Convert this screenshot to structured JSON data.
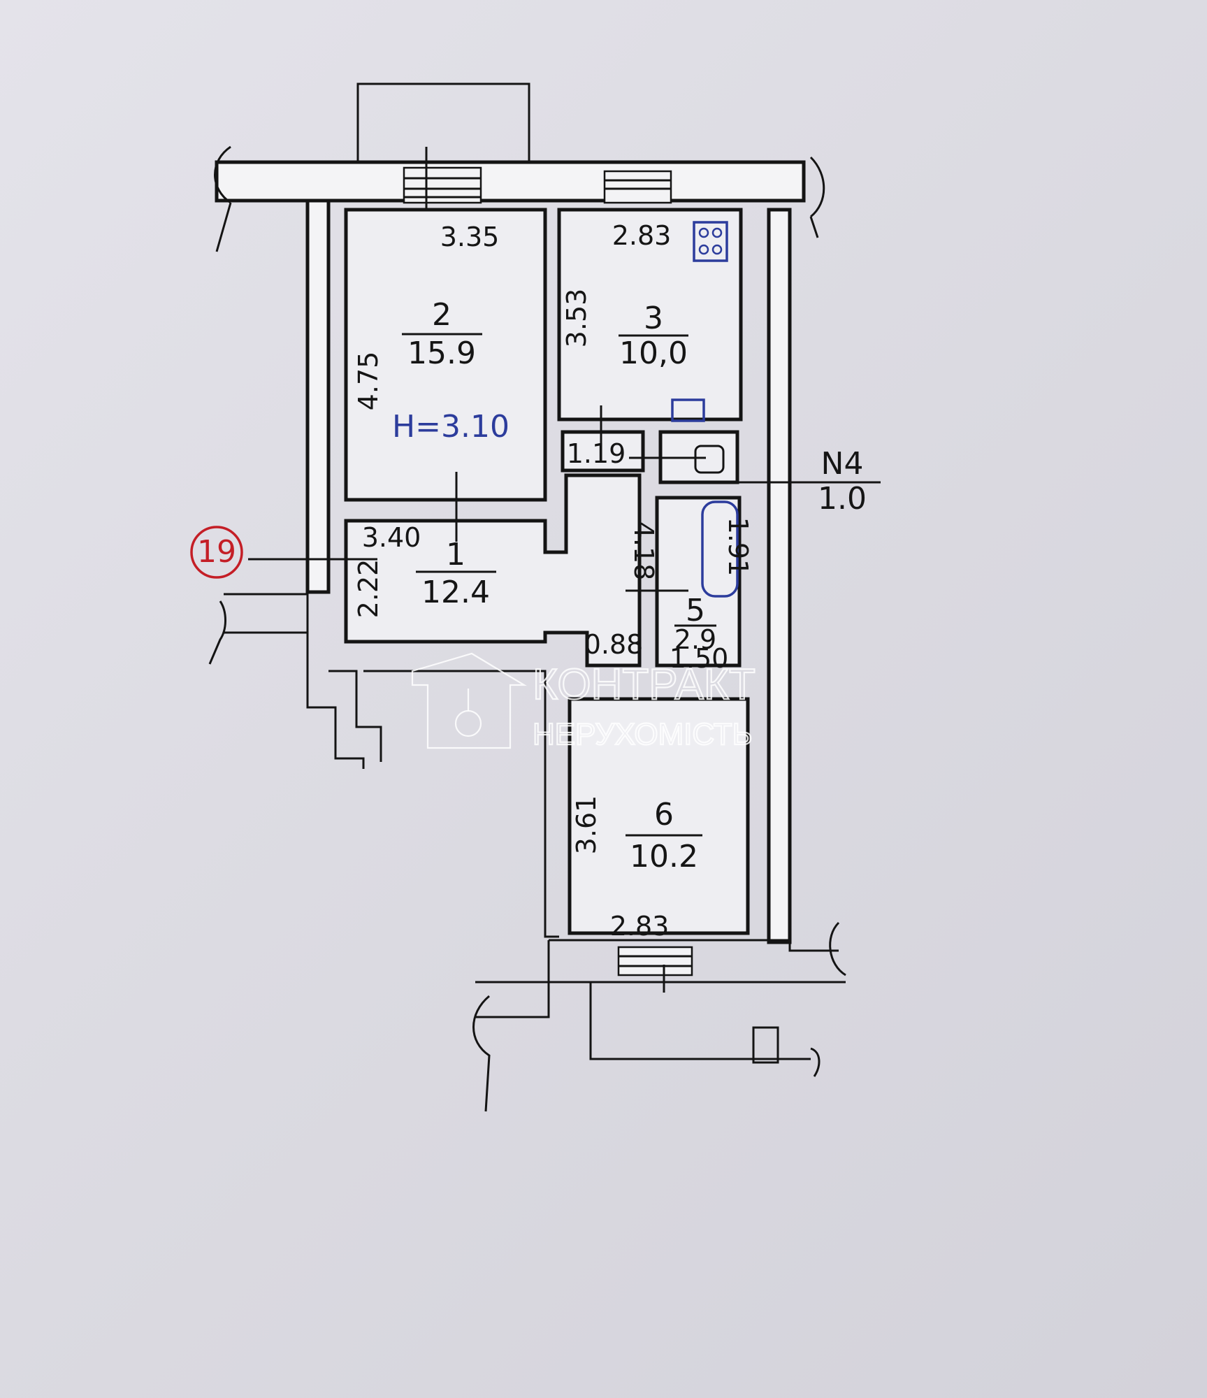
{
  "rooms": [
    {
      "id": "1",
      "area": "12.4"
    },
    {
      "id": "2",
      "area": "15.9"
    },
    {
      "id": "3",
      "area": "10,0"
    },
    {
      "id": "N4",
      "area": "1.0"
    },
    {
      "id": "5",
      "area": "2.9"
    },
    {
      "id": "6",
      "area": "10.2"
    }
  ],
  "dimensions": {
    "room2_width": "3.35",
    "room2_height": "4.75",
    "room3_width": "2.83",
    "room3_height": "3.53",
    "room1_width": "3.40",
    "room1_height": "2.22",
    "corridor_length": "4.18",
    "wc_width": "1.19",
    "bath_length": "1.91",
    "bath_width": "1.50",
    "opening_width": "0.88",
    "room6_height": "3.61",
    "room6_width": "2.83"
  },
  "ceiling_height": "H=3.10",
  "apartment_number": "19",
  "watermark": {
    "line1": "КОНТРАКТ",
    "line2": "НЕРУХОМІСТЬ"
  },
  "colors": {
    "ink": "#141414",
    "annotation_blue": "#2c3c9c",
    "annotation_red": "#c41e26",
    "paper": "#dcdbe3"
  }
}
